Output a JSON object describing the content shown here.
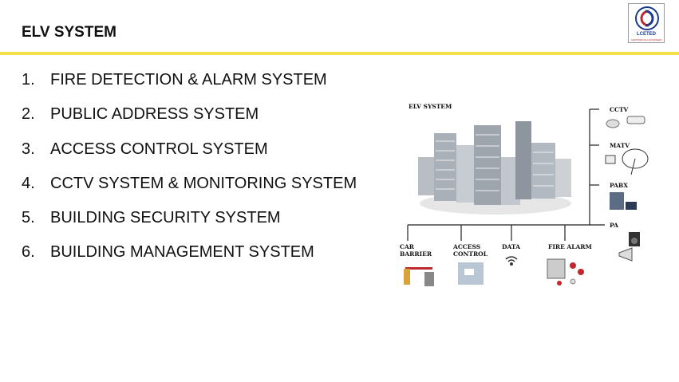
{
  "header": {
    "title": "ELV SYSTEM",
    "logo_text": "LCETED",
    "logo_tagline": "CERTIFIED ELV ENGINEER"
  },
  "items": [
    {
      "num": "1.",
      "label": "FIRE DETECTION & ALARM SYSTEM"
    },
    {
      "num": "2.",
      "label": "PUBLIC ADDRESS SYSTEM"
    },
    {
      "num": "3.",
      "label": "ACCESS CONTROL SYSTEM"
    },
    {
      "num": "4.",
      "label": "CCTV SYSTEM & MONITORING SYSTEM"
    },
    {
      "num": "5.",
      "label": "BUILDING SECURITY SYSTEM"
    },
    {
      "num": "6.",
      "label": "BUILDING MANAGEMENT SYSTEM"
    }
  ],
  "diagram": {
    "title": "ELV SYSTEM",
    "right_labels": [
      "CCTV",
      "MATV",
      "PABX",
      "PA"
    ],
    "bottom_labels": [
      "CAR\nBARRIER",
      "ACCESS\nCONTROL",
      "DATA",
      "FIRE ALARM"
    ]
  },
  "colors": {
    "accent_rule": "#f2e04c",
    "logo_blue": "#1c3a8c",
    "logo_red": "#c0282d"
  }
}
